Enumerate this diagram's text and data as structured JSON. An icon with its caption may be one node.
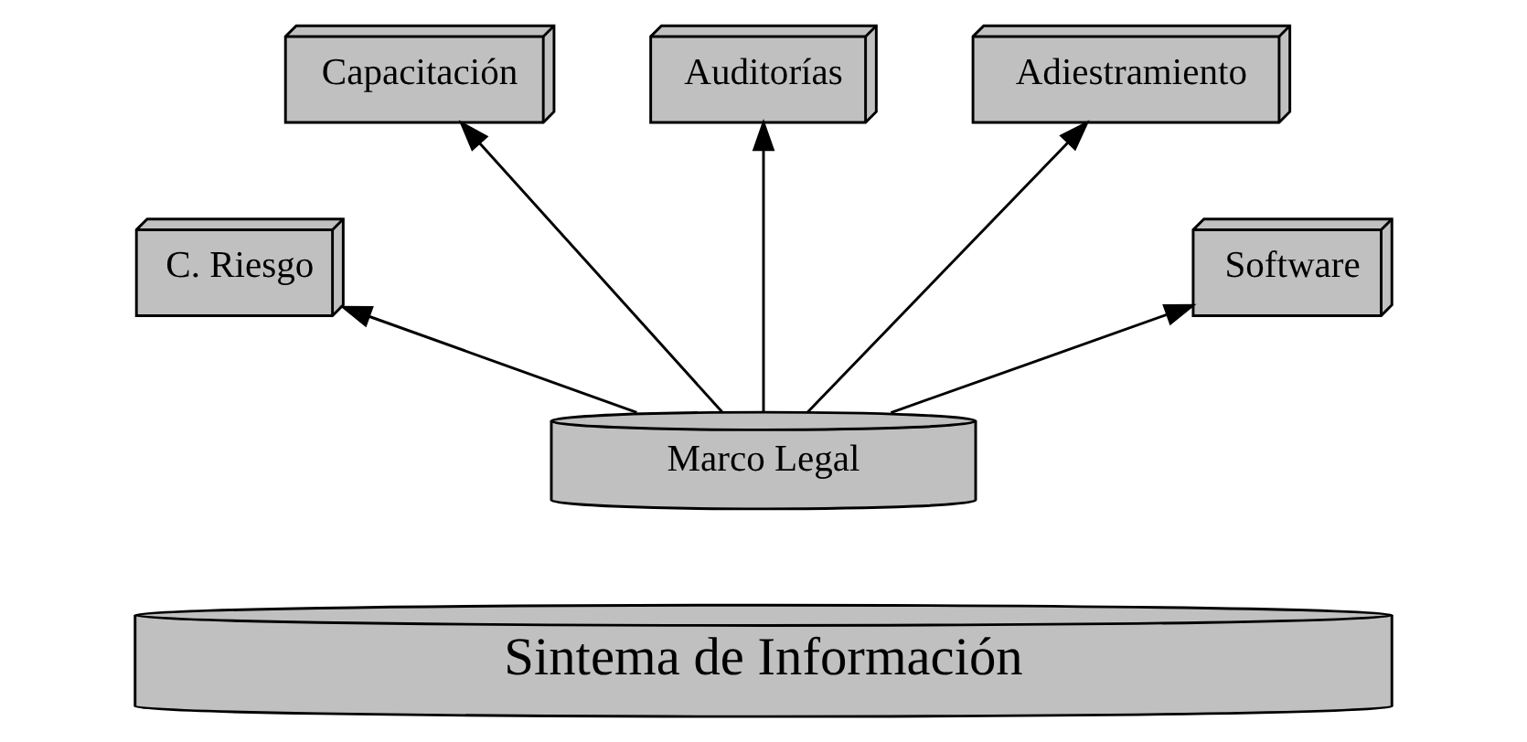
{
  "diagram": {
    "nodes": [
      {
        "text": [
          "Auditorías"
        ]
      },
      {
        "text": [
          "Capacitación"
        ]
      },
      {
        "text": [
          "Adiestramiento"
        ]
      },
      {
        "text": [
          "C. Riesgo"
        ]
      },
      {
        "text": [
          "Software"
        ]
      },
      {
        "text": [
          "Marco Legal"
        ]
      },
      {
        "text": [
          "Sintema de Información"
        ]
      }
    ],
    "edges": [
      {
        "from": 5,
        "to": 0,
        "arrow": "to"
      },
      {
        "from": 5,
        "to": 1,
        "arrow": "to"
      },
      {
        "from": 5,
        "to": 2,
        "arrow": "to"
      },
      {
        "from": 5,
        "to": 3,
        "arrow": "to"
      },
      {
        "from": 5,
        "to": 4,
        "arrow": "to"
      }
    ]
  }
}
